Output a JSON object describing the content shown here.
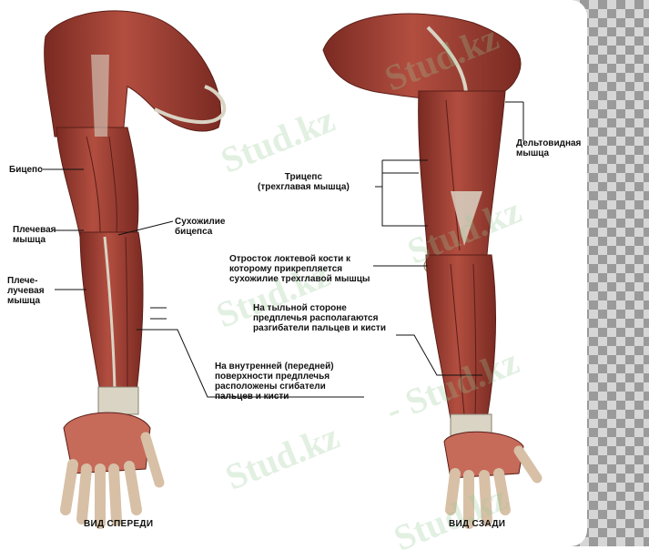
{
  "colors": {
    "muscle": "#a8463b",
    "muscle_dark": "#7a2a22",
    "muscle_light": "#c66a5a",
    "tendon": "#d9d4c4",
    "skin": "#d7c0a6",
    "checker_dark": "#9a9a9a",
    "watermark": "#96c896"
  },
  "watermark": {
    "text": "Stud.kz",
    "text_dash": "- Stud.kz"
  },
  "front": {
    "view_label": "ВИД СПЕРЕДИ",
    "labels": {
      "biceps": "Бицепс",
      "brachialis_1": "Плечевая",
      "brachialis_2": "мышца",
      "biceps_tendon_1": "Сухожилие",
      "biceps_tendon_2": "бицепса",
      "brachioradialis_1": "Плече-",
      "brachioradialis_2": "лучевая",
      "brachioradialis_3": "мышца",
      "flexors_1": "На внутренней (передней)",
      "flexors_2": "поверхности предплечья",
      "flexors_3": "расположены сгибатели",
      "flexors_4": "пальцев и кисти"
    }
  },
  "back": {
    "view_label": "ВИД СЗАДИ",
    "labels": {
      "deltoid_1": "Дельтовидная",
      "deltoid_2": "мышца",
      "triceps_1": "Трицепс",
      "triceps_2": "(трехглавая мышца)",
      "olecranon_1": "Отросток локтевой кости к",
      "olecranon_2": "которому прикрепляется",
      "olecranon_3": "сухожилие трехглавой мышцы",
      "extensors_1": "На тыльной стороне",
      "extensors_2": "предплечья располагаются",
      "extensors_3": "разгибатели пальцев и кисти"
    }
  }
}
